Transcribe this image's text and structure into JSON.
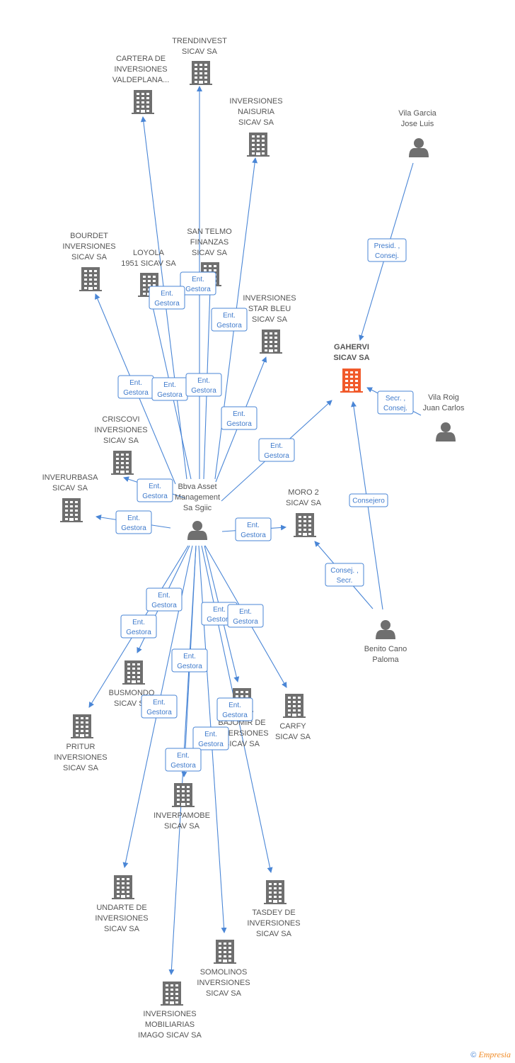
{
  "colors": {
    "edge": "#4a86d6",
    "company": "#6f6f6f",
    "focus": "#f15a2b",
    "person": "#6f6f6f"
  },
  "nodes": [
    {
      "id": "gahervi",
      "type": "company",
      "focus": true,
      "label": [
        "GAHERVI",
        "SICAV SA"
      ]
    },
    {
      "id": "bbva",
      "type": "person",
      "label": [
        "Bbva Asset",
        "Management",
        "Sa Sgiic"
      ]
    },
    {
      "id": "vilagarcia",
      "type": "person",
      "label": [
        "Vila Garcia",
        "Jose Luis"
      ]
    },
    {
      "id": "vilaroig",
      "type": "person",
      "label": [
        "Vila Roig",
        "Juan Carlos"
      ]
    },
    {
      "id": "benito",
      "type": "person",
      "label": [
        "Benito Cano",
        "Paloma"
      ]
    },
    {
      "id": "trendinvest",
      "type": "company",
      "label": [
        "TRENDINVEST",
        "SICAV SA"
      ]
    },
    {
      "id": "cartera",
      "type": "company",
      "label": [
        "CARTERA DE",
        "INVERSIONES",
        "VALDEPLANA..."
      ]
    },
    {
      "id": "naisuria",
      "type": "company",
      "label": [
        "INVERSIONES",
        "NAISURIA",
        "SICAV SA"
      ]
    },
    {
      "id": "bourdet",
      "type": "company",
      "label": [
        "BOURDET",
        "INVERSIONES",
        "SICAV SA"
      ]
    },
    {
      "id": "loyola",
      "type": "company",
      "label": [
        "LOYOLA",
        "1951 SICAV SA"
      ]
    },
    {
      "id": "santelmo",
      "type": "company",
      "label": [
        "SAN TELMO",
        "FINANZAS",
        "SICAV SA"
      ]
    },
    {
      "id": "starbleu",
      "type": "company",
      "label": [
        "INVERSIONES",
        "STAR BLEU",
        "SICAV SA"
      ]
    },
    {
      "id": "criscovi",
      "type": "company",
      "label": [
        "CRISCOVI",
        "INVERSIONES",
        "SICAV SA"
      ]
    },
    {
      "id": "inverurbasa",
      "type": "company",
      "label": [
        "INVERURBASA",
        "SICAV SA"
      ]
    },
    {
      "id": "moro2",
      "type": "company",
      "label": [
        "MORO 2",
        "SICAV SA"
      ]
    },
    {
      "id": "busmondo",
      "type": "company",
      "label": [
        "BUSMONDO",
        "SICAV SA"
      ]
    },
    {
      "id": "pritur",
      "type": "company",
      "label": [
        "PRITUR",
        "INVERSIONES",
        "SICAV SA"
      ]
    },
    {
      "id": "bajomir",
      "type": "company",
      "label": [
        "BAJOMIR DE",
        "INVERSIONES",
        "SICAV SA"
      ]
    },
    {
      "id": "carfy",
      "type": "company",
      "label": [
        "CARFY",
        "SICAV SA"
      ]
    },
    {
      "id": "inverpamobe",
      "type": "company",
      "label": [
        "INVERPAMOBE",
        "SICAV SA"
      ]
    },
    {
      "id": "undarte",
      "type": "company",
      "label": [
        "UNDARTE DE",
        "INVERSIONES",
        "SICAV SA"
      ]
    },
    {
      "id": "tasdey",
      "type": "company",
      "label": [
        "TASDEY DE",
        "INVERSIONES",
        "SICAV SA"
      ]
    },
    {
      "id": "somolinos",
      "type": "company",
      "label": [
        "SOMOLINOS",
        "INVERSIONES",
        "SICAV SA"
      ]
    },
    {
      "id": "imago",
      "type": "company",
      "label": [
        "INVERSIONES",
        "MOBILIARIAS",
        "IMAGO SICAV SA"
      ]
    }
  ],
  "edges": [
    {
      "id": "e-trendinvest",
      "from": "bbva",
      "to": "trendinvest",
      "label": [
        "Ent.",
        "Gestora"
      ]
    },
    {
      "id": "e-cartera",
      "from": "bbva",
      "to": "cartera",
      "label": [
        "Ent.",
        "Gestora"
      ]
    },
    {
      "id": "e-naisuria",
      "from": "bbva",
      "to": "naisuria",
      "label": [
        "Ent.",
        "Gestora"
      ]
    },
    {
      "id": "e-bourdet",
      "from": "bbva",
      "to": "bourdet",
      "label": [
        "Ent.",
        "Gestora"
      ]
    },
    {
      "id": "e-loyola",
      "from": "bbva",
      "to": "loyola",
      "label": [
        "Ent.",
        "Gestora"
      ]
    },
    {
      "id": "e-santelmo",
      "from": "bbva",
      "to": "santelmo",
      "label": [
        "Ent.",
        "Gestora"
      ]
    },
    {
      "id": "e-starbleu",
      "from": "bbva",
      "to": "starbleu",
      "label": [
        "Ent.",
        "Gestora"
      ]
    },
    {
      "id": "e-gahervi",
      "from": "bbva",
      "to": "gahervi",
      "label": [
        "Ent.",
        "Gestora"
      ]
    },
    {
      "id": "e-criscovi",
      "from": "bbva",
      "to": "criscovi",
      "label": [
        "Ent.",
        "Gestora"
      ]
    },
    {
      "id": "e-inverurbasa",
      "from": "bbva",
      "to": "inverurbasa",
      "label": [
        "Ent.",
        "Gestora"
      ]
    },
    {
      "id": "e-moro2",
      "from": "bbva",
      "to": "moro2",
      "label": [
        "Ent.",
        "Gestora"
      ]
    },
    {
      "id": "e-busmondo",
      "from": "bbva",
      "to": "busmondo",
      "label": [
        "Ent.",
        "Gestora"
      ]
    },
    {
      "id": "e-pritur",
      "from": "bbva",
      "to": "pritur",
      "label": [
        "Ent.",
        "Gestora"
      ]
    },
    {
      "id": "e-bajomir",
      "from": "bbva",
      "to": "bajomir",
      "label": [
        "Ent.",
        "Gestora"
      ]
    },
    {
      "id": "e-carfy",
      "from": "bbva",
      "to": "carfy",
      "label": [
        "Ent.",
        "Gestora"
      ]
    },
    {
      "id": "e-inverpamobe",
      "from": "bbva",
      "to": "inverpamobe",
      "label": [
        "Ent.",
        "Gestora"
      ]
    },
    {
      "id": "e-undarte",
      "from": "bbva",
      "to": "undarte",
      "label": [
        "Ent.",
        "Gestora"
      ]
    },
    {
      "id": "e-tasdey",
      "from": "bbva",
      "to": "tasdey",
      "label": [
        "Ent.",
        "Gestora"
      ]
    },
    {
      "id": "e-somolinos",
      "from": "bbva",
      "to": "somolinos",
      "label": [
        "Ent.",
        "Gestora"
      ]
    },
    {
      "id": "e-imago",
      "from": "bbva",
      "to": "imago",
      "label": [
        "Ent.",
        "Gestora"
      ]
    },
    {
      "id": "e-vilagarcia",
      "from": "vilagarcia",
      "to": "gahervi",
      "label": [
        "Presid. ,",
        "Consej."
      ]
    },
    {
      "id": "e-vilaroig",
      "from": "vilaroig",
      "to": "gahervi",
      "label": [
        "Secr. ,",
        "Consej."
      ]
    },
    {
      "id": "e-benito-gahervi",
      "from": "benito",
      "to": "gahervi",
      "label": [
        "Consejero"
      ]
    },
    {
      "id": "e-benito-moro2",
      "from": "benito",
      "to": "moro2",
      "label": [
        "Consej. ,",
        "Secr."
      ]
    }
  ],
  "watermark": {
    "copyright": "©",
    "brand": "Empresia"
  }
}
